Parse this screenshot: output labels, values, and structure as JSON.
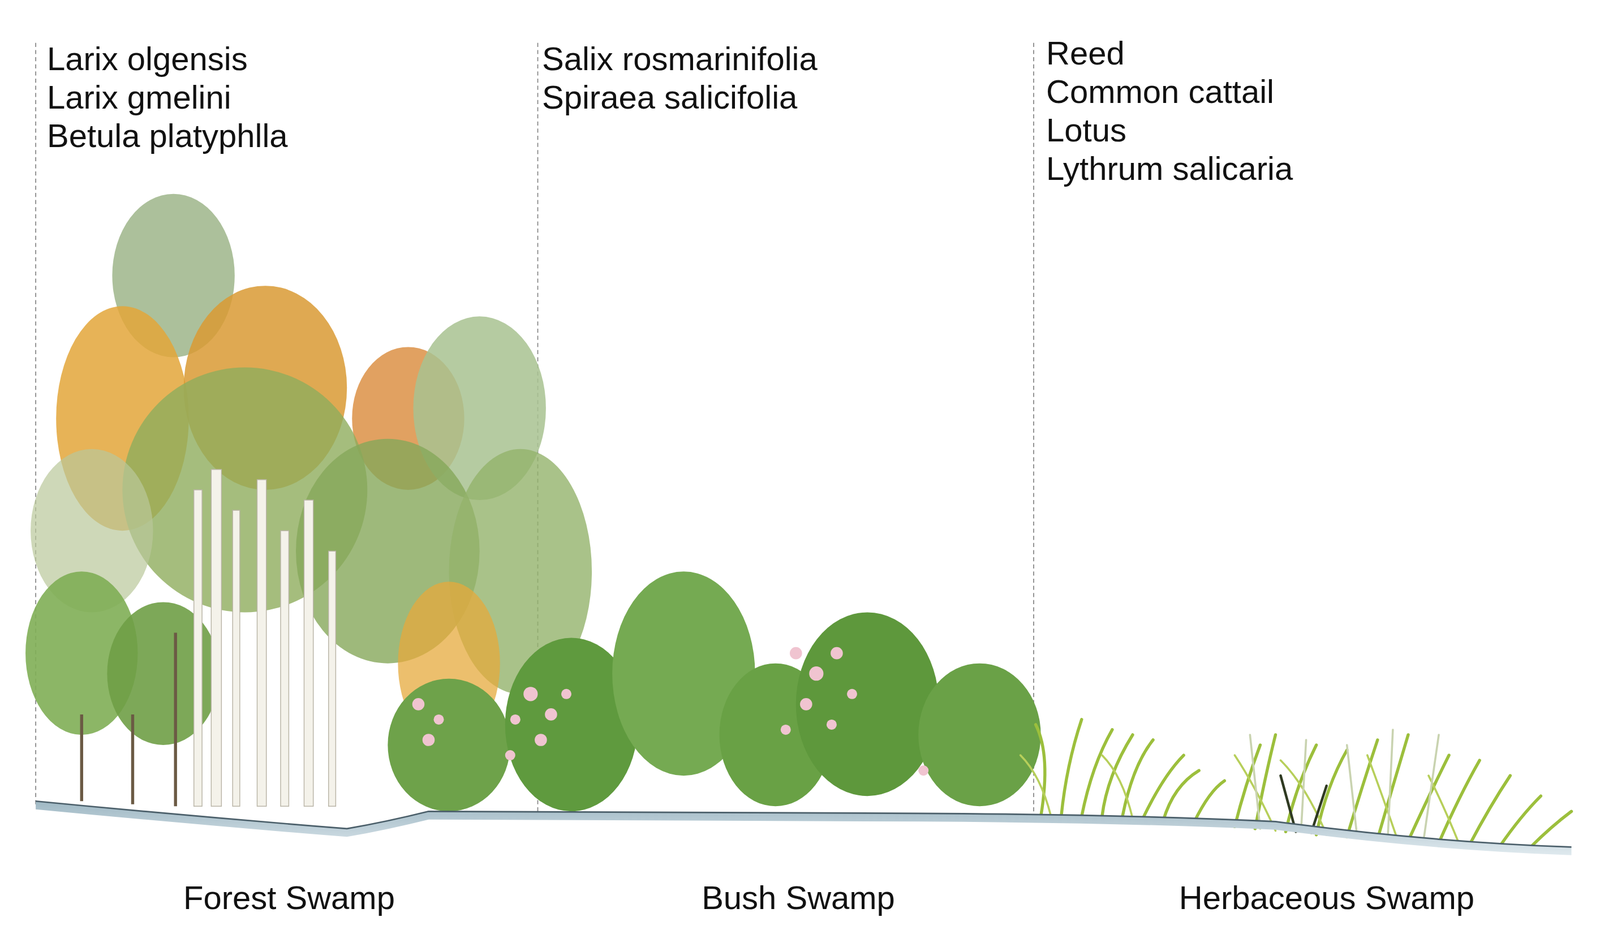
{
  "diagram": {
    "labels": [
      "Larix olgensis",
      "Larix gmelini",
      "Betula platyphlla",
      "Salix rosmarinifolia",
      "Spiraea salicifolia",
      "Reed",
      "Common cattail",
      "Lotus",
      "Lythrum salicaria",
      "Forest Swamp",
      "Bush Swamp",
      "Herbaceous Swamp"
    ]
  }
}
